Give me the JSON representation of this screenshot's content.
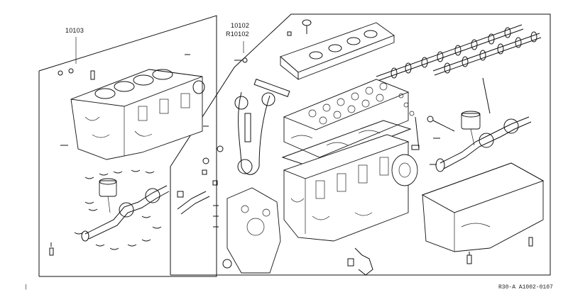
{
  "callouts": {
    "block_part": "10103",
    "engine_part": "10102",
    "engine_part_alt": "R10102"
  },
  "footer_code": "R30-A A1002-0107",
  "stray_mark": "|"
}
